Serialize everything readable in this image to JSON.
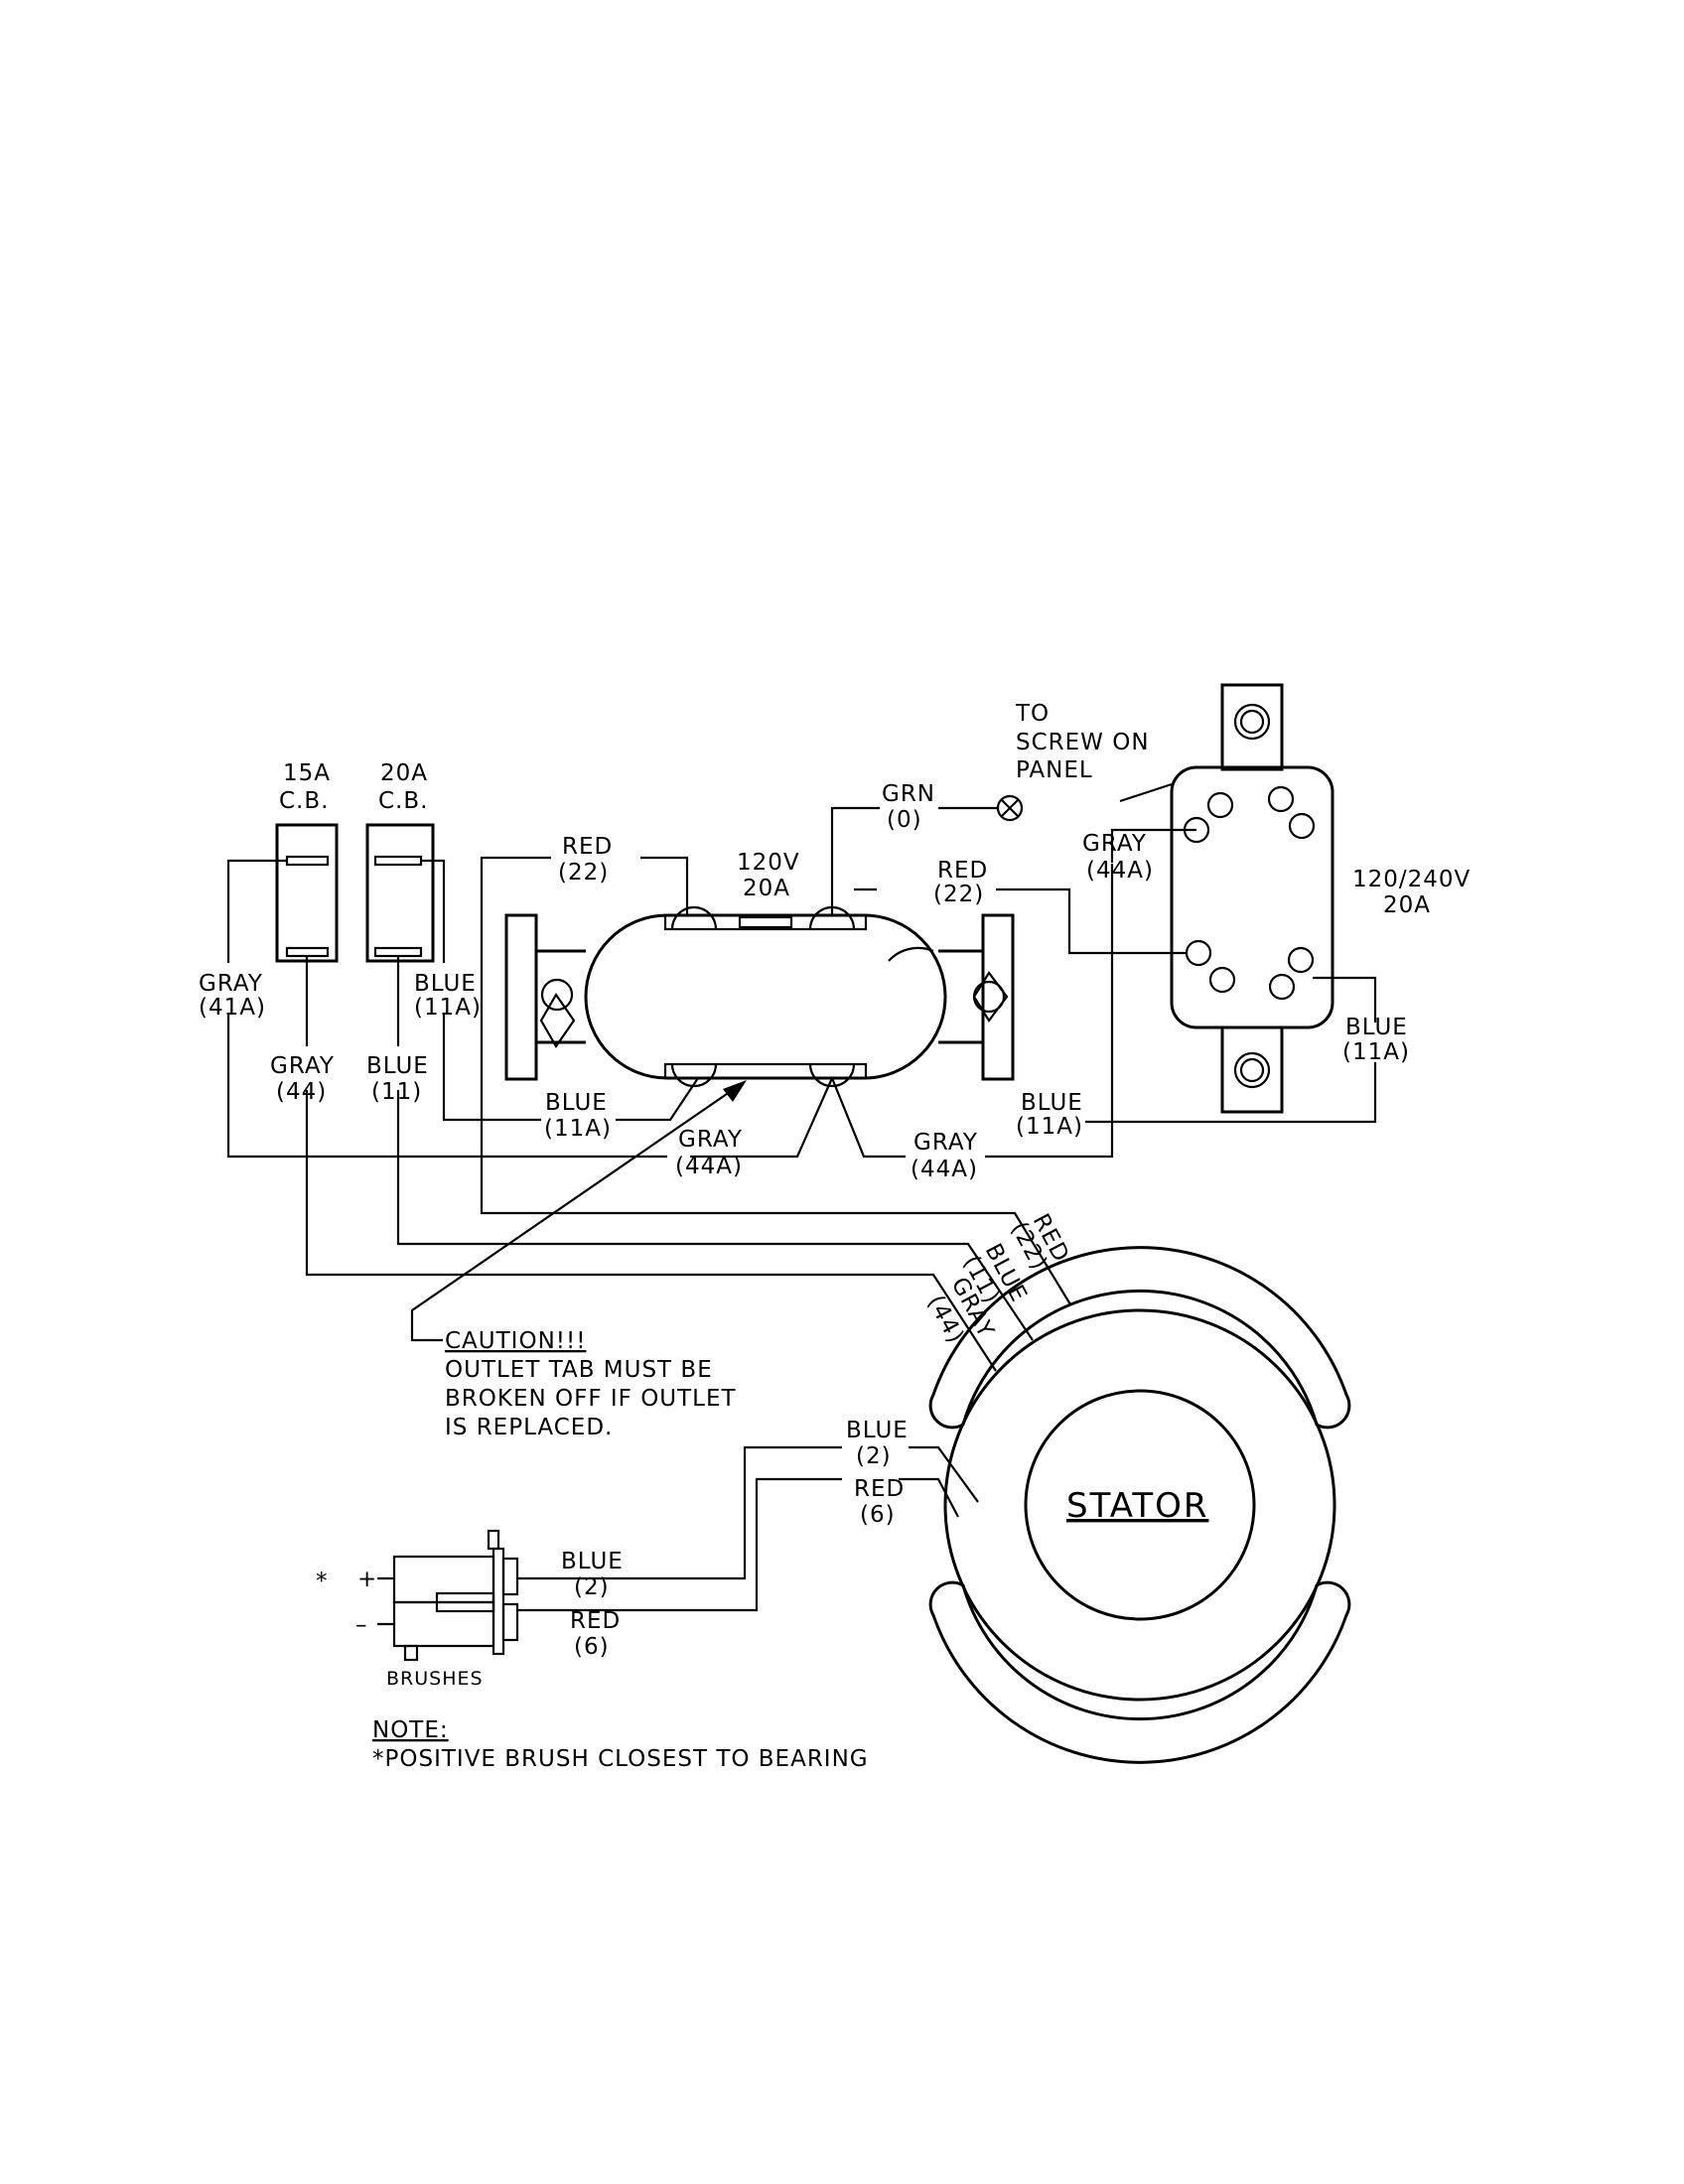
{
  "cb15": {
    "rating": "15A",
    "type": "C.B."
  },
  "cb20": {
    "rating": "20A",
    "type": "C.B."
  },
  "outlet120": {
    "volts": "120V",
    "amps": "20A"
  },
  "outlet240": {
    "volts": "120/240V",
    "amps": "20A"
  },
  "ground": {
    "to": "TO",
    "screw": "SCREW ON",
    "panel": "PANEL",
    "color": "GRN",
    "num": "(0)"
  },
  "wires": {
    "red": "RED",
    "blue": "BLUE",
    "gray": "GRAY",
    "n22": "(22)",
    "n11a": "(11A)",
    "n44a": "(44A)",
    "n44": "(44)",
    "n11": "(11)",
    "n2": "(2)",
    "n6": "(6)",
    "red_d": "RED",
    "n22_d": "(22)",
    "blue_d": "BLUE",
    "n11_d": "(11)",
    "gray_d": "GRAY",
    "n44_d": "(44)"
  },
  "labels41a": "(41A)",
  "caution": {
    "title": "CAUTION!!!",
    "line1": "OUTLET TAB MUST BE",
    "line2": "BROKEN OFF IF OUTLET",
    "line3": "IS REPLACED."
  },
  "stator": "STATOR",
  "brushes": {
    "label": "BRUSHES",
    "star": "*",
    "plus": "+",
    "minus": "–"
  },
  "note": {
    "title": "NOTE:",
    "text": "*POSITIVE BRUSH CLOSEST TO BEARING"
  }
}
